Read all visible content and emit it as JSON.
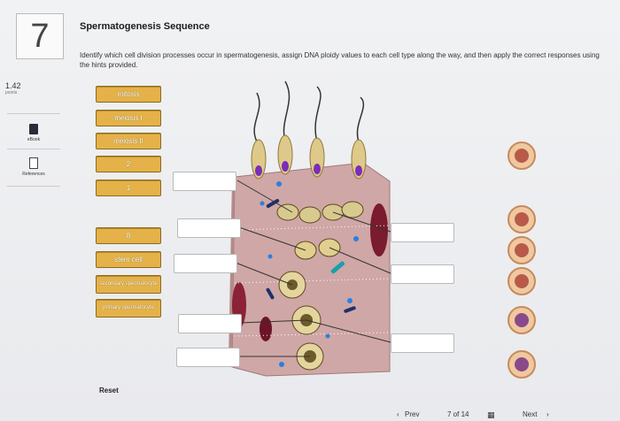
{
  "question": {
    "number": "7",
    "points_value": "1.42",
    "points_label": "points"
  },
  "rail": {
    "ebook_label": "eBook",
    "references_label": "References"
  },
  "header": {
    "title": "Spermatogenesis Sequence",
    "instructions": "Identify which cell division processes occur in spermatogenesis, assign DNA ploidy values to each cell type along the way, and then apply the correct responses using the hints provided."
  },
  "chips": [
    {
      "label": "mitosis"
    },
    {
      "label": "meiosis I"
    },
    {
      "label": "meiosis II"
    },
    {
      "label": "2"
    },
    {
      "label": "1"
    },
    {
      "label": "8"
    },
    {
      "label": "stem cell"
    },
    {
      "label": "secondary spermatocyte"
    },
    {
      "label": "primary spermatocyte"
    }
  ],
  "controls": {
    "reset_label": "Reset"
  },
  "footer": {
    "prev_label": "Prev",
    "page_text": "7 of 14",
    "next_label": "Next"
  },
  "colors": {
    "chip": "#e4b249",
    "tissue": "#c9a3a2",
    "accent_blue": "#2a6fd6"
  }
}
